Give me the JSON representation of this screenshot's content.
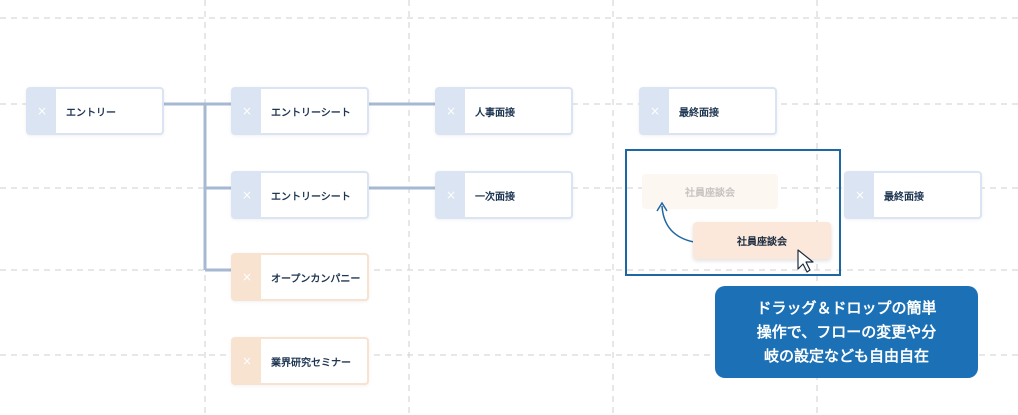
{
  "nodes": {
    "entry": "エントリー",
    "entry_sheet_1": "エントリーシート",
    "entry_sheet_2": "エントリーシート",
    "open_company": "オープンカンパニー",
    "seminar": "業界研究セミナー",
    "hr_interview": "人事面接",
    "first_interview": "一次面接",
    "final_interview_1": "最終面接",
    "final_interview_2": "最終面接"
  },
  "delete_glyph": "×",
  "drag_demo": {
    "ghost_label": "社員座談会",
    "dragged_label": "社員座談会"
  },
  "callout": {
    "line1": "ドラッグ＆ドロップの簡単",
    "line2": "操作で、フローの変更や分",
    "line3": "岐の設定なども自由自在"
  },
  "colors": {
    "accent": "#1c70b5",
    "node_blue": "#dbe4f2",
    "node_orange": "#f8e2d0",
    "connector": "#a6b8d2",
    "highlight_border": "#1d67a3"
  },
  "icons": {
    "cursor": "arrow-pointer-icon",
    "curved_arrow": "curved-arrow-icon"
  }
}
